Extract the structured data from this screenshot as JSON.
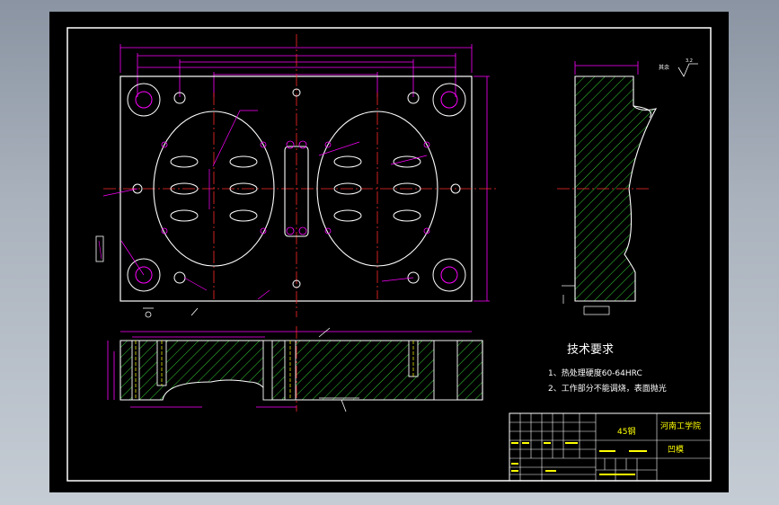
{
  "drawing": {
    "tech_title": "技术要求",
    "tech_note_1": "1、热处理硬度60-64HRC",
    "tech_note_2": "2、工作部分不能调烧，表面抛光",
    "material": "45钢",
    "school": "河南工学院",
    "part_name": "凹模",
    "roughness_label": "其余",
    "roughness_value": "3.2"
  },
  "colors": {
    "background": "#000000",
    "border": "#ffffff",
    "dimension": "#ff00ff",
    "center_line": "#ff2a2a",
    "hidden_line": "#ffff00",
    "hatch": "#33cc33",
    "section": "#00ffff"
  }
}
